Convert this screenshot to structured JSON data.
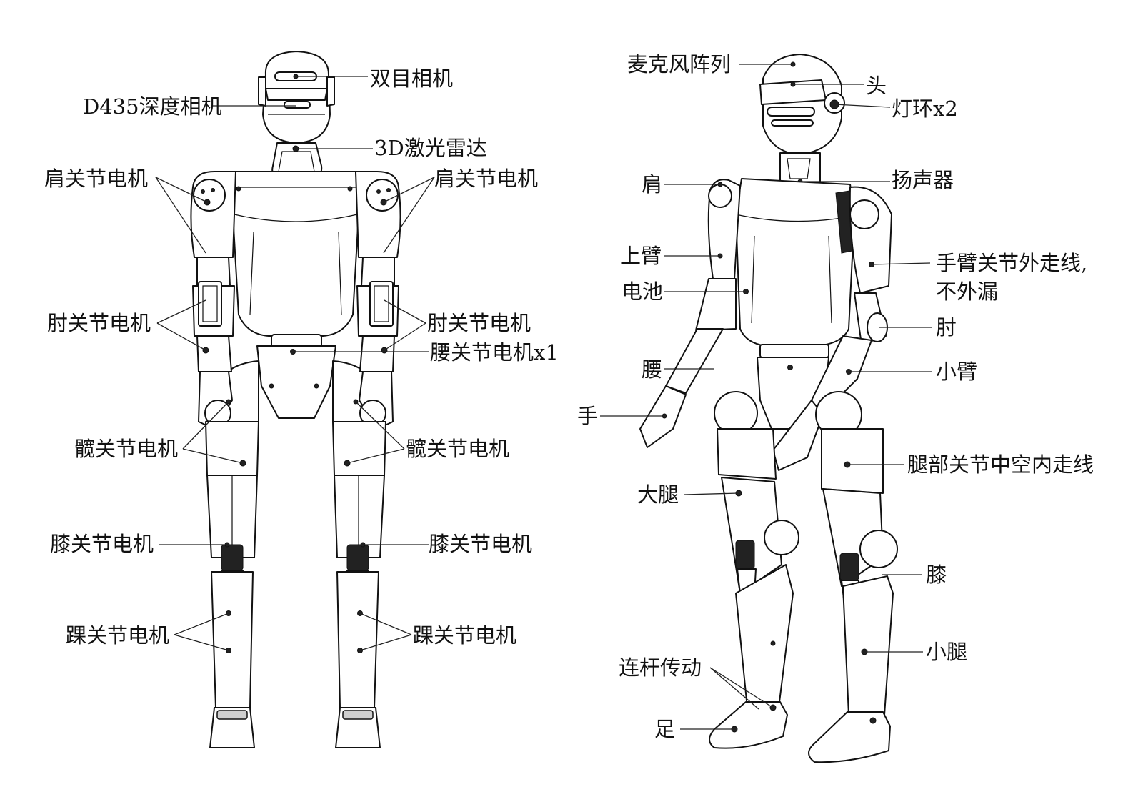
{
  "front_view": {
    "labels": {
      "stereo_camera": "双目相机",
      "d435_camera": "D435深度相机",
      "lidar_3d": "3D激光雷达",
      "shoulder_motor_left": "肩关节电机",
      "shoulder_motor_right": "肩关节电机",
      "elbow_motor_left": "肘关节电机",
      "elbow_motor_right": "肘关节电机",
      "waist_motor": "腰关节电机x1",
      "hip_motor_left": "髋关节电机",
      "hip_motor_right": "髋关节电机",
      "knee_motor_left": "膝关节电机",
      "knee_motor_right": "膝关节电机",
      "ankle_motor_left": "踝关节电机",
      "ankle_motor_right": "踝关节电机"
    }
  },
  "side_view": {
    "labels": {
      "mic_array": "麦克风阵列",
      "head": "头",
      "light_ring": "灯环x2",
      "shoulder": "肩",
      "speaker": "扬声器",
      "upper_arm": "上臂",
      "battery": "电池",
      "arm_routing_line1": "手臂关节外走线,",
      "arm_routing_line2": "不外漏",
      "elbow": "肘",
      "waist": "腰",
      "forearm": "小臂",
      "hand": "手",
      "leg_routing": "腿部关节中空内走线",
      "thigh": "大腿",
      "knee": "膝",
      "shank": "小腿",
      "linkage": "连杆传动",
      "foot": "足"
    }
  }
}
